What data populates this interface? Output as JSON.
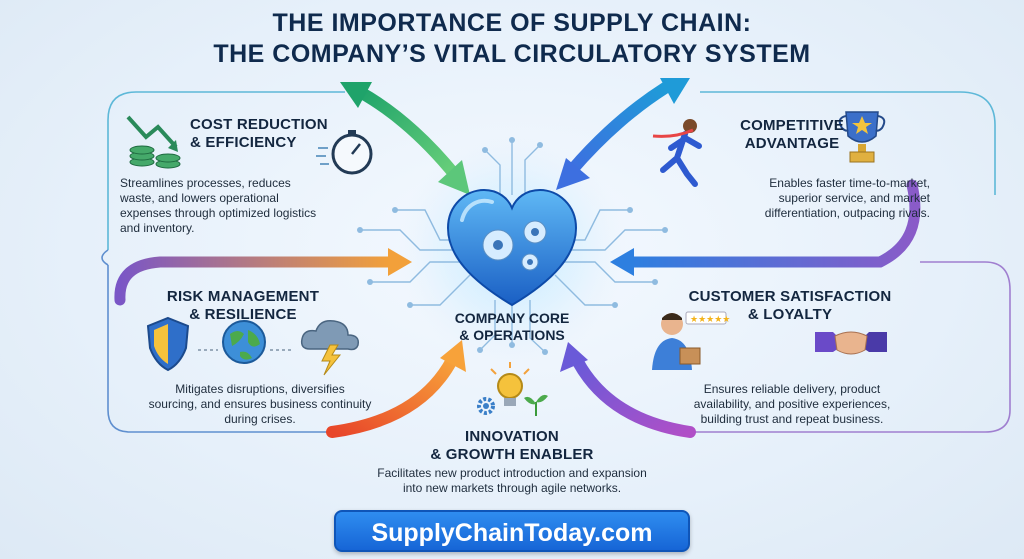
{
  "title": {
    "line1": "THE IMPORTANCE OF SUPPLY CHAIN:",
    "line2": "THE COMPANY’S VITAL CIRCULATORY SYSTEM"
  },
  "core": {
    "line1": "COMPANY CORE",
    "line2": "& OPERATIONS",
    "icon": "heart-gears-icon"
  },
  "sections": {
    "cost": {
      "heading1": "COST REDUCTION",
      "heading2": "& EFFICIENCY",
      "desc1": "Streamlines processes, reduces",
      "desc2": "waste, and lowers operational",
      "desc3": "expenses through optimized logistics",
      "desc4": "and inventory.",
      "icons": [
        "coin-stack-icon",
        "stopwatch-icon"
      ],
      "color": "#2fa46f"
    },
    "competitive": {
      "heading1": "COMPETITIVE",
      "heading2": "ADVANTAGE",
      "desc1": "Enables faster time-to-market,",
      "desc2": "superior service, and market",
      "desc3": "differentiation, outpacing rivals.",
      "icons": [
        "runner-icon",
        "trophy-icon"
      ],
      "color": "#2e7fd8"
    },
    "risk": {
      "heading1": "RISK MANAGEMENT",
      "heading2": "& RESILIENCE",
      "desc1": "Mitigates disruptions, diversifies",
      "desc2": "sourcing, and ensures business continuity",
      "desc3": "during crises.",
      "icons": [
        "shield-icon",
        "globe-icon",
        "storm-cloud-icon"
      ],
      "color": "#8c63c9"
    },
    "customer": {
      "heading1": "CUSTOMER SATISFACTION",
      "heading2": "& LOYALTY",
      "desc1": "Ensures reliable delivery, product",
      "desc2": "availability, and positive experiences,",
      "desc3": "building trust and repeat business.",
      "icons": [
        "person-package-icon",
        "handshake-icon"
      ],
      "color": "#9a57c8"
    },
    "innovation": {
      "heading1": "INNOVATION",
      "heading2": "& GROWTH ENABLER",
      "desc1": "Facilitates new product introduction and expansion",
      "desc2": "into new markets through agile networks.",
      "icons": [
        "lightbulb-icon",
        "gear-icon",
        "sprout-icon"
      ],
      "color": "#f07a2a"
    }
  },
  "brand": {
    "label": "SupplyChainToday.com"
  },
  "colors": {
    "green": "#2fa46f",
    "blue": "#2e7fd8",
    "purple": "#8c63c9",
    "orange": "#f07a2a",
    "navy": "#0f2a4d"
  }
}
